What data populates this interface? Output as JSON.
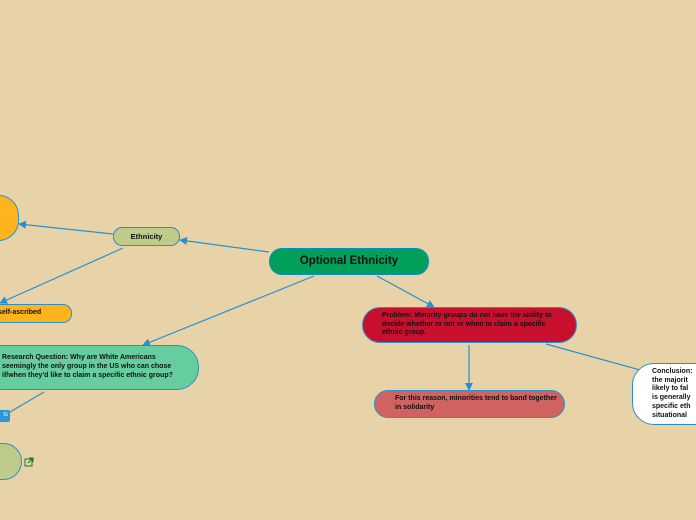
{
  "mindmap": {
    "central_topic": "Optional Ethnicity",
    "ethnicity": "Ethnicity",
    "self_ascribed": "self-ascribed",
    "research_question": "Research Question: Why are White Americans seemingly the only group in the US who can chose if/when they'd like to claim a specific ethnic group?",
    "tag": "ts",
    "problem": "Problem: Minority groups do not have the ability to decide whether or not or when to claim a specific ethnic group.",
    "reason": "For this reason, minorities tend to band together in solidarity",
    "conclusion_lines": [
      "Conclusion:",
      "the majorit",
      "likely to fal",
      "is generally",
      "specific eth",
      "situational"
    ]
  },
  "colors": {
    "background": "#e8d3a8",
    "central": "#00a05a",
    "ethnicity": "#bfcb8b",
    "orange": "#ffb41e",
    "research": "#66ce9e",
    "problem": "#c8102e",
    "reason": "#d06262",
    "conclusion": "#ffffff",
    "connector": "#2a8fd0"
  },
  "icons": [
    "link-out-icon",
    "arrowhead-icon"
  ]
}
